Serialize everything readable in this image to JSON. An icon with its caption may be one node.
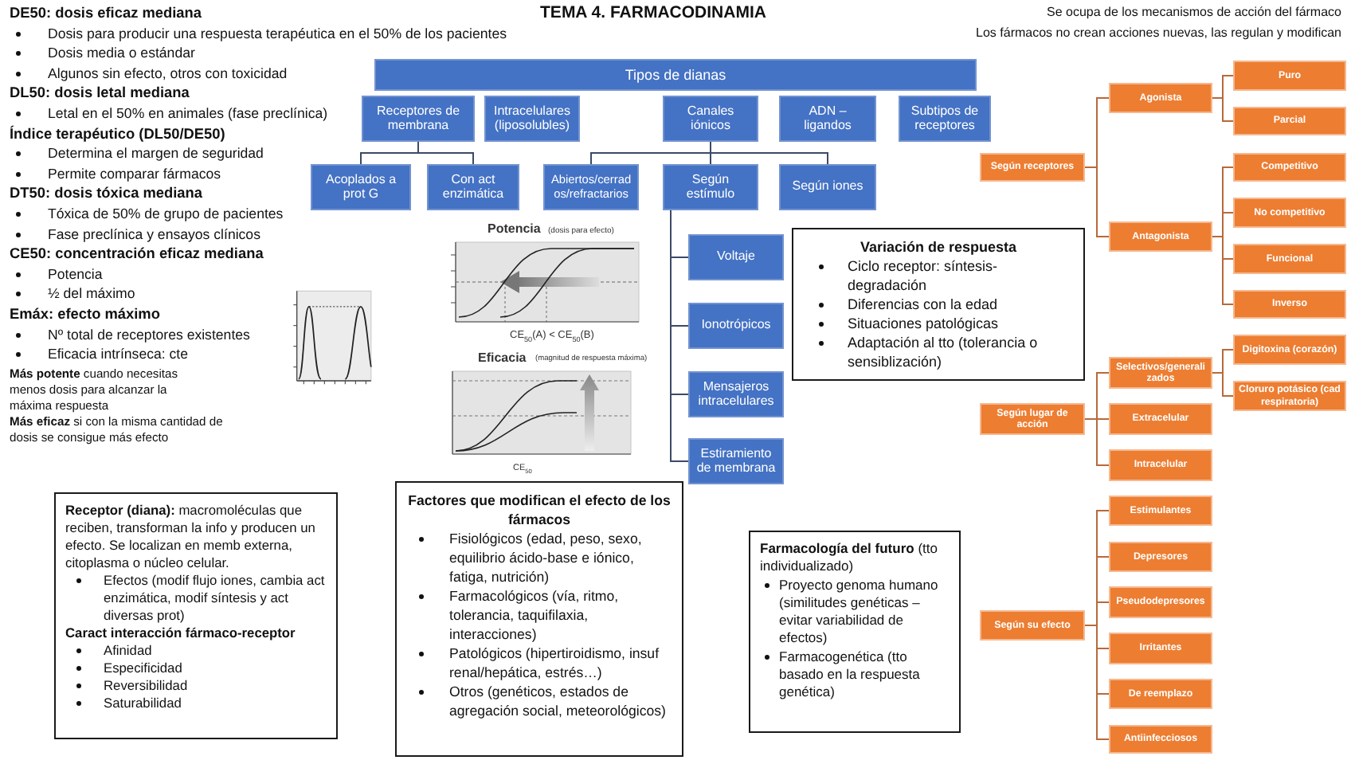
{
  "diagram": {
    "title": "TEMA 4. FARMACODINAMIA",
    "nodes": [
      {
        "text": [
          "Tipos de dianas"
        ]
      },
      {
        "text": [
          "Receptores de membrana"
        ]
      },
      {
        "text": [
          "Intracelulares (liposolubles)"
        ]
      },
      {
        "text": [
          "Canales iónicos"
        ]
      },
      {
        "text": [
          "ADN – ligandos"
        ]
      },
      {
        "text": [
          "Subtipos de receptores"
        ]
      },
      {
        "text": [
          "Acoplados a prot G"
        ]
      },
      {
        "text": [
          "Con act enzimática"
        ]
      },
      {
        "text": [
          "Abiertos/cerrados/refractarios"
        ]
      },
      {
        "text": [
          "Según estímulo"
        ]
      },
      {
        "text": [
          "Según iones"
        ]
      },
      {
        "text": [
          "Voltaje"
        ]
      },
      {
        "text": [
          "Ionotrópicos"
        ]
      },
      {
        "text": [
          "Mensajeros intracelulares"
        ]
      },
      {
        "text": [
          "Estiramiento de membrana"
        ]
      },
      {
        "text": [
          "Según receptores"
        ]
      },
      {
        "text": [
          "Agonista"
        ]
      },
      {
        "text": [
          "Puro"
        ]
      },
      {
        "text": [
          "Parcial"
        ]
      },
      {
        "text": [
          "Antagonista"
        ]
      },
      {
        "text": [
          "Competitivo"
        ]
      },
      {
        "text": [
          "No competitivo"
        ]
      },
      {
        "text": [
          "Funcional"
        ]
      },
      {
        "text": [
          "Inverso"
        ]
      },
      {
        "text": [
          "Según lugar de acción"
        ]
      },
      {
        "text": [
          "Selectivos/generalizados"
        ]
      },
      {
        "text": [
          "Digitoxina (corazón)"
        ]
      },
      {
        "text": [
          "Cloruro potásico (cad respiratoria)"
        ]
      },
      {
        "text": [
          "Extracelular"
        ]
      },
      {
        "text": [
          "Intracelular"
        ]
      },
      {
        "text": [
          "Según su efecto"
        ]
      },
      {
        "text": [
          "Estimulantes"
        ]
      },
      {
        "text": [
          "Depresores"
        ]
      },
      {
        "text": [
          "Pseudodepresores"
        ]
      },
      {
        "text": [
          "Irritantes"
        ]
      },
      {
        "text": [
          "De reemplazo"
        ]
      },
      {
        "text": [
          "Antiinfecciosos"
        ]
      },
      {
        "text": [
          "Variación de respuesta",
          "Ciclo receptor: síntesis-degradación",
          "Diferencias con la edad",
          "Situaciones patológicas",
          "Adaptación al tto (tolerancia o sensiblización)"
        ]
      },
      {
        "text": [
          "**Receptor (diana):** macromoléculas que reciben, transforman la info y producen un efecto. Se localizan en memb externa, citoplasma o núcleo celular.",
          "Efectos (modif flujo iones, cambia act enzimática, modif síntesis y act diversas prot)",
          "Caract interacción fármaco-receptor",
          "Afinidad",
          "Especificidad",
          "Reversibilidad",
          "Saturabilidad"
        ]
      },
      {
        "text": [
          "Factores que modifican el efecto de los fármacos",
          "Fisiológicos (edad, peso, sexo, equilibrio ácido-base e iónico, fatiga, nutrición)",
          "Farmacológicos (vía, ritmo, tolerancia, taquifilaxia, interacciones)",
          "Patológicos (hipertiroidismo, insuf renal/hepática, estrés…)",
          "Otros (genéticos, estados de agregación social, meteorológicos)"
        ]
      },
      {
        "text": [
          "**Farmacología del futuro** (tto individualizado)",
          "Proyecto genoma humano (similitudes genéticas – evitar variabilidad de efectos)",
          "Farmacogenética (tto basado en la respuesta genética)"
        ]
      }
    ],
    "edges": [
      {
        "from": 1,
        "to": 6,
        "arrow": "none",
        "color": "#3b4a66"
      },
      {
        "from": 1,
        "to": 7,
        "arrow": "none",
        "color": "#3b4a66"
      },
      {
        "from": 3,
        "to": 8,
        "arrow": "none",
        "color": "#3b4a66"
      },
      {
        "from": 3,
        "to": 9,
        "arrow": "none",
        "color": "#3b4a66"
      },
      {
        "from": 3,
        "to": 10,
        "arrow": "none",
        "color": "#3b4a66"
      },
      {
        "from": 9,
        "to": 11,
        "arrow": "none",
        "color": "#3b4a66"
      },
      {
        "from": 9,
        "to": 12,
        "arrow": "none",
        "color": "#3b4a66"
      },
      {
        "from": 9,
        "to": 13,
        "arrow": "none",
        "color": "#3b4a66"
      },
      {
        "from": 9,
        "to": 14,
        "arrow": "none",
        "color": "#3b4a66"
      },
      {
        "from": 15,
        "to": 16,
        "arrow": "none"
      },
      {
        "from": 15,
        "to": 19,
        "arrow": "none"
      },
      {
        "from": 16,
        "to": 17,
        "arrow": "none"
      },
      {
        "from": 16,
        "to": 18,
        "arrow": "none"
      },
      {
        "from": 19,
        "to": 20,
        "arrow": "none"
      },
      {
        "from": 19,
        "to": 21,
        "arrow": "none"
      },
      {
        "from": 19,
        "to": 22,
        "arrow": "none"
      },
      {
        "from": 19,
        "to": 23,
        "arrow": "none"
      },
      {
        "from": 24,
        "to": 25,
        "arrow": "none"
      },
      {
        "from": 24,
        "to": 28,
        "arrow": "none"
      },
      {
        "from": 24,
        "to": 29,
        "arrow": "none"
      },
      {
        "from": 25,
        "to": 26,
        "arrow": "none"
      },
      {
        "from": 25,
        "to": 27,
        "arrow": "none"
      },
      {
        "from": 30,
        "to": 31,
        "arrow": "none"
      },
      {
        "from": 30,
        "to": 32,
        "arrow": "none"
      },
      {
        "from": 30,
        "to": 33,
        "arrow": "none"
      },
      {
        "from": 30,
        "to": 34,
        "arrow": "none"
      },
      {
        "from": 30,
        "to": 35,
        "arrow": "none"
      },
      {
        "from": 30,
        "to": 36,
        "arrow": "none"
      }
    ],
    "labels": [
      "Se ocupa de los mecanismos de acción del fármaco",
      "Los fármacos no crean acciones nuevas, las regulan y modifican",
      "DE50: dosis eficaz mediana",
      "Dosis para producir una respuesta terapéutica en el 50% de los pacientes",
      "Dosis media o estándar",
      "Algunos sin efecto, otros con toxicidad",
      "DL50: dosis letal mediana",
      "Letal en el 50% en animales (fase preclínica)",
      "Índice terapéutico (DL50/DE50)",
      "Determina el margen de seguridad",
      "Permite comparar fármacos",
      "DT50: dosis tóxica mediana",
      "Tóxica de 50% de grupo de pacientes",
      "Fase preclínica y ensayos clínicos",
      "CE50: concentración eficaz mediana",
      "Potencia",
      "½ del máximo",
      "Emáx: efecto máximo",
      "Nº total de receptores existentes",
      "Eficacia intrínseca: cte",
      "**Más potente** cuando necesitas menos dosis para alcanzar la máxima respuesta",
      "**Más eficaz** si con la misma cantidad de dosis se consigue más efecto",
      "Potencia",
      "(dosis para efecto)",
      "CE$_{50}$(A) < CE$_{50}$(B)",
      "Eficacia",
      "(magnitud de respuesta máxima)",
      "CE$_{50}$"
    ]
  }
}
